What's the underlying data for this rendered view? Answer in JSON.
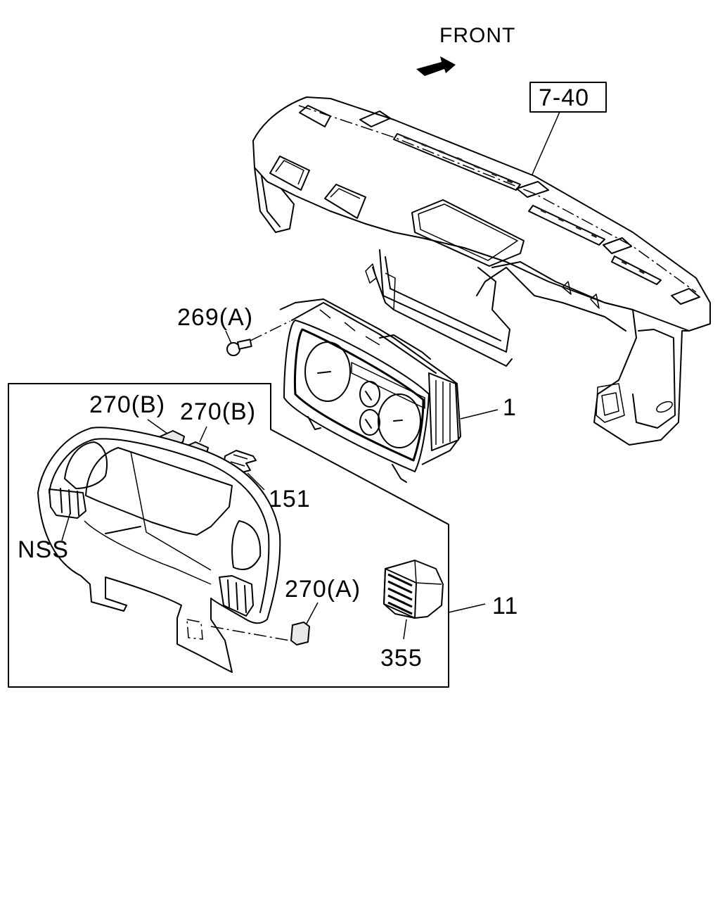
{
  "front_label": "FRONT",
  "ref_box_label": "7-40",
  "callouts": {
    "screw": "269(A)",
    "cluster": "1",
    "pad_b_left": "270(B)",
    "pad_b_right": "270(B)",
    "clip": "151",
    "nss": "NSS",
    "pad_a": "270(A)",
    "bezel_assembly": "11",
    "vent": "355"
  }
}
